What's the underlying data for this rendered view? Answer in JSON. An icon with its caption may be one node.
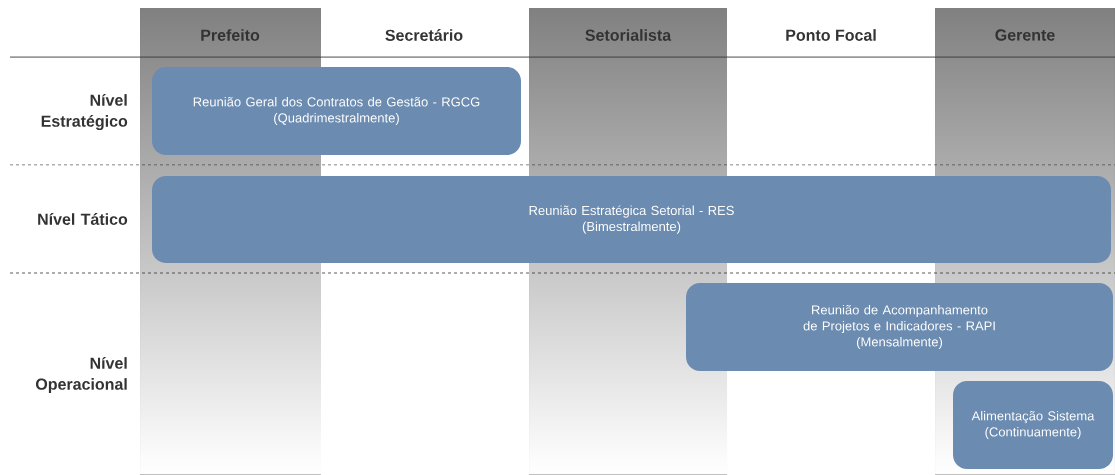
{
  "diagram": {
    "nodes": [
      {
        "text": [
          "Reunião Geral dos Contratos de Gestão - RGCG",
          "(Quadrimestralmente)"
        ]
      },
      {
        "text": [
          "Reunião Estratégica Setorial - RES",
          "(Bimestralmente)"
        ]
      },
      {
        "text": [
          "Reunião de Acompanhamento de Projetos e Indicadores - RAPI",
          "(Mensalmente)"
        ]
      },
      {
        "text": [
          "Alimentação Sistema",
          "(Continuamente)"
        ]
      }
    ],
    "edges": [],
    "labels": [
      "Prefeito",
      "Secretário",
      "Setorialista",
      "Ponto Focal",
      "Gerente",
      "Nível Estratégico",
      "Nível Tático",
      "Nível Operacional"
    ]
  }
}
